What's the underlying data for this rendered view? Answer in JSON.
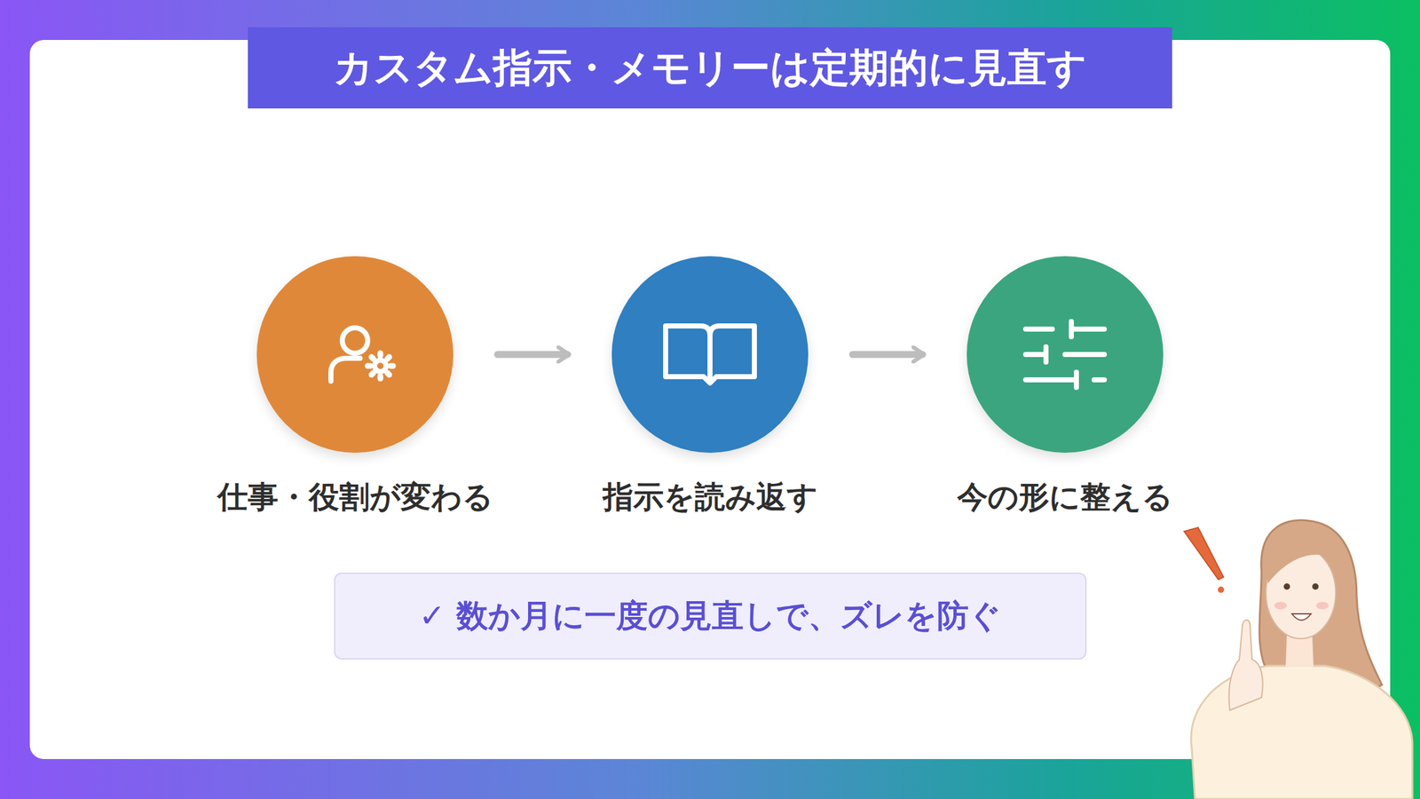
{
  "diagram": {
    "title": "カスタム指示・メモリーは定期的に見直す",
    "nodes": [
      {
        "text": [
          "仕事・役割が変わる"
        ]
      },
      {
        "text": [
          "指示を読み返す"
        ]
      },
      {
        "text": [
          "今の形に整える"
        ]
      },
      {
        "text": [
          "✓ 数か月に一度の見直しで、ズレを防ぐ"
        ]
      }
    ],
    "edges": [
      {
        "from": 0,
        "to": 1,
        "arrow": "to"
      },
      {
        "from": 1,
        "to": 2,
        "arrow": "to"
      }
    ]
  }
}
